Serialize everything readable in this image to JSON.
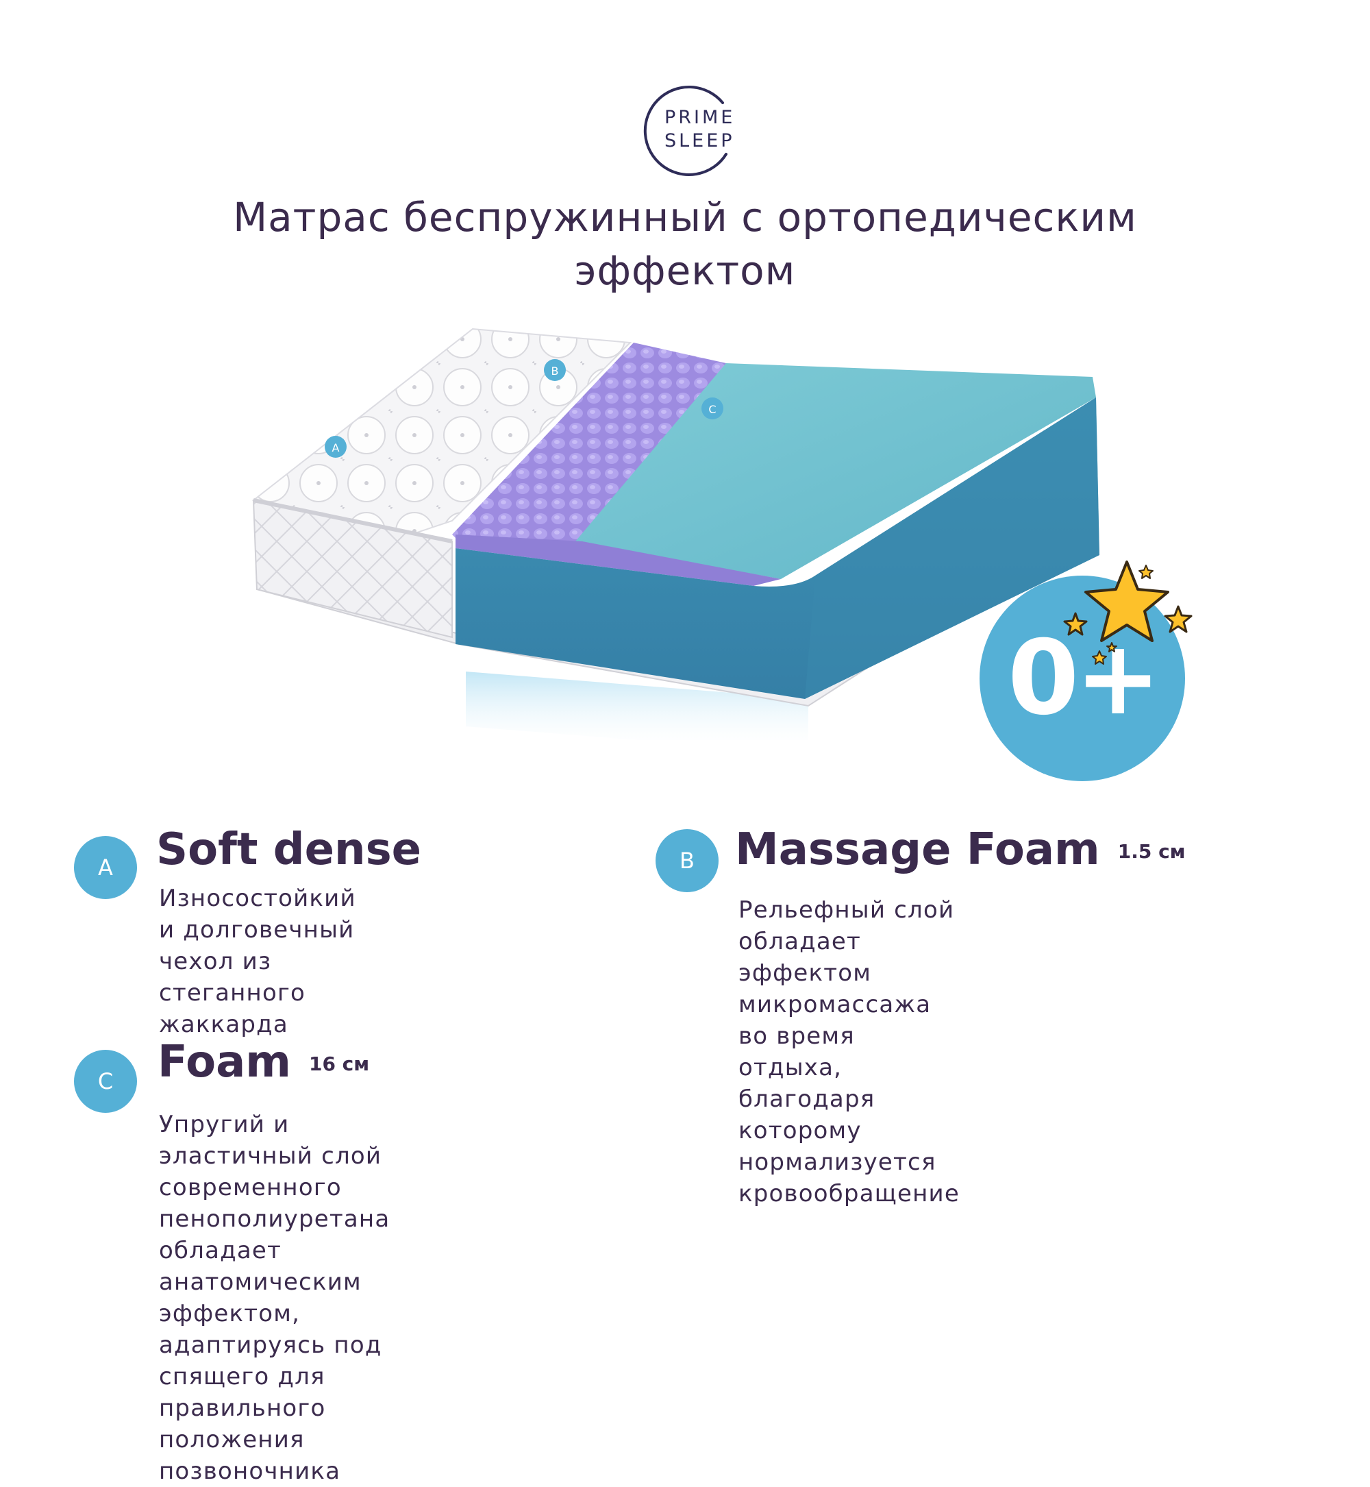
{
  "brand": {
    "line1": "PRIME",
    "line2": "SLEEP"
  },
  "title": {
    "line1": "Матрас беспружинный с ортопедическим",
    "line2": "эффектом"
  },
  "layer_labels": {
    "a": "A",
    "b": "B",
    "c": "C"
  },
  "age_badge": {
    "text": "0+"
  },
  "features": [
    {
      "marker": "A",
      "title": "Soft dense",
      "size": "",
      "description": [
        "Износостойкий и долговечный",
        "чехол из стеганного жаккарда"
      ]
    },
    {
      "marker": "B",
      "title": "Massage Foam",
      "size": "1.5 см",
      "description": [
        "Рельефный слой обладает эффектом",
        "микромассажа во время отдыха,",
        "благодаря которому нормализуется",
        "кровообращение"
      ]
    },
    {
      "marker": "C",
      "title": "Foam",
      "size": "16 см",
      "description": [
        "Упругий и эластичный слой",
        "современного пенополиуретана",
        "обладает анатомическим эффектом,",
        "адаптируясь под спящего для",
        "правильного положения позвоночника"
      ]
    }
  ],
  "colors": {
    "accent": "#55b0d6",
    "text": "#3b2b4d",
    "logo": "#2e2c58",
    "foam_top": "#72c3d1",
    "foam_side": "#3d8fb3",
    "massage_foam": "#a08fe0"
  }
}
